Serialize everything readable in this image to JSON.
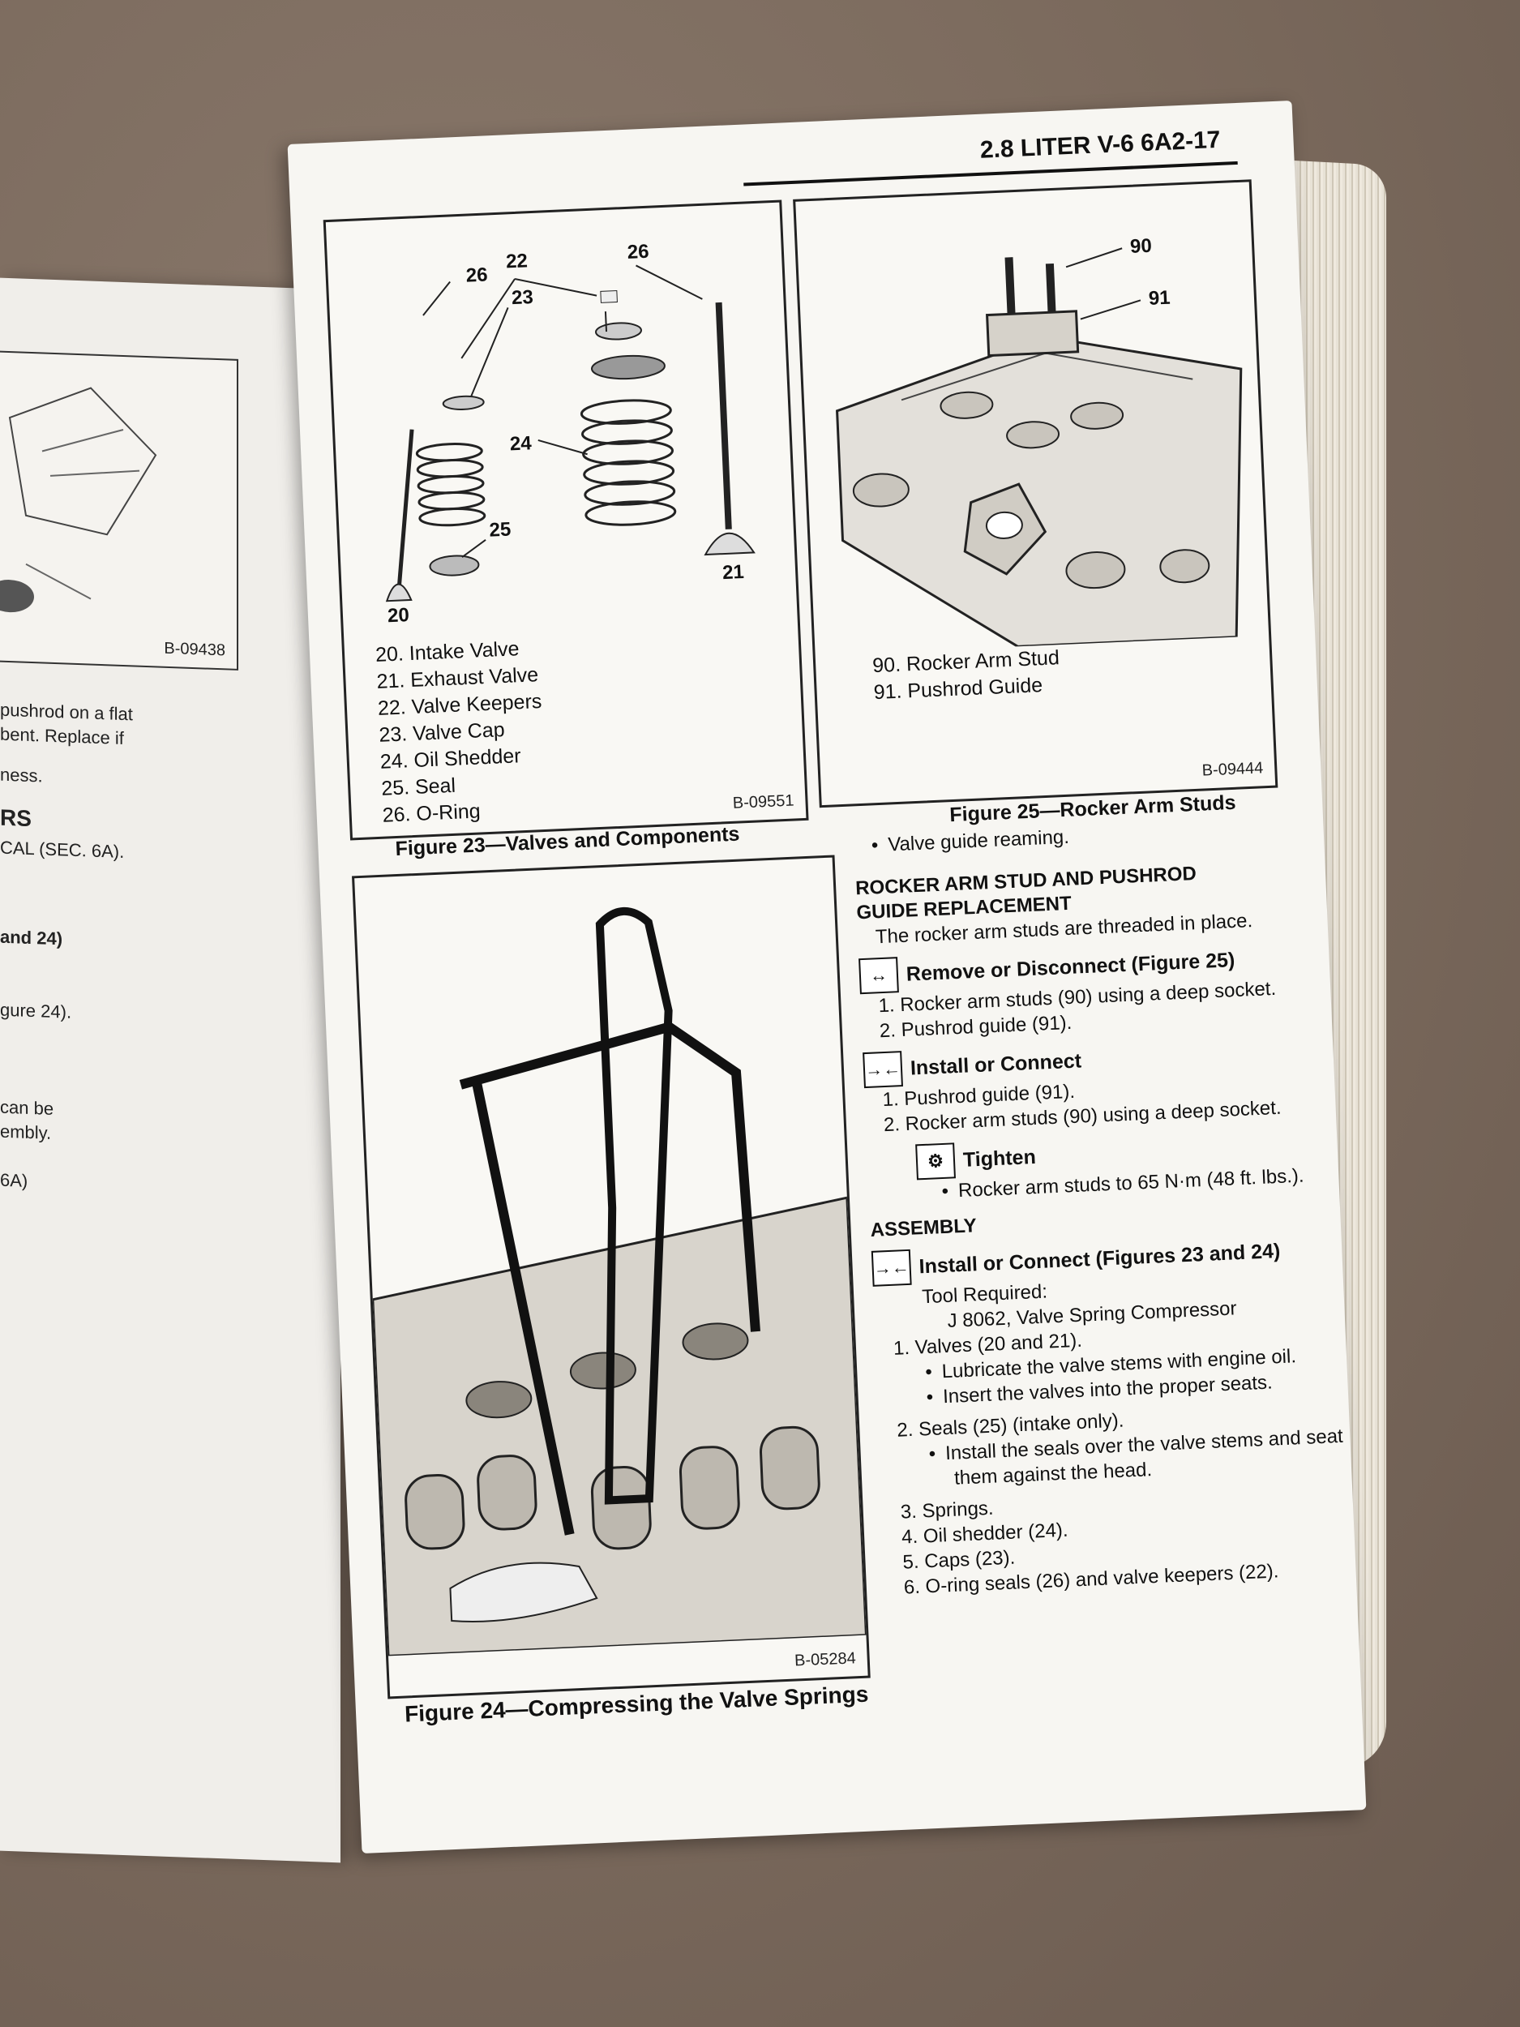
{
  "header": {
    "title": "2.8 LITER V-6  6A2-17"
  },
  "left_page": {
    "figure_id": "B-09438",
    "fragments": [
      "pushrod on a flat",
      "bent. Replace if",
      "ness.",
      "RS",
      "CAL (SEC. 6A).",
      "and 24)",
      "gure 24).",
      "can be",
      "embly.",
      "6A)"
    ]
  },
  "figure23": {
    "id": "B-09551",
    "caption": "Figure 23—Valves and Components",
    "callouts": [
      "26",
      "22",
      "26",
      "23",
      "24",
      "25",
      "21",
      "20"
    ],
    "legend": [
      "20. Intake Valve",
      "21. Exhaust Valve",
      "22. Valve Keepers",
      "23. Valve Cap",
      "24. Oil Shedder",
      "25. Seal",
      "26. O-Ring"
    ]
  },
  "figure25": {
    "id": "B-09444",
    "caption": "Figure 25—Rocker Arm Studs",
    "callouts": [
      "90",
      "91"
    ],
    "legend": [
      "90. Rocker Arm Stud",
      "91. Pushrod Guide"
    ]
  },
  "figure24": {
    "id": "B-05284",
    "caption": "Figure 24—Compressing the Valve Springs"
  },
  "text": {
    "bullet_reaming": "Valve guide reaming.",
    "section1_line1": "ROCKER ARM STUD AND PUSHROD",
    "section1_line2": "GUIDE REPLACEMENT",
    "intro": "The rocker arm studs are threaded in place.",
    "remove_heading": "Remove or Disconnect (Figure 25)",
    "remove_steps": [
      "1. Rocker arm studs (90) using a deep socket.",
      "2. Pushrod guide (91)."
    ],
    "install_heading": "Install or Connect",
    "install_steps": [
      "1. Pushrod guide (91).",
      "2. Rocker arm studs (90) using a deep socket."
    ],
    "tighten_heading": "Tighten",
    "tighten_item": "Rocker arm studs to 65 N·m (48 ft. lbs.).",
    "assembly_heading": "ASSEMBLY",
    "install2_heading": "Install or Connect (Figures 23 and 24)",
    "tool_required": "Tool Required:",
    "tool": "J 8062, Valve Spring Compressor",
    "step1": "1. Valves (20 and 21).",
    "step1_bullets": [
      "Lubricate the valve stems with engine oil.",
      "Insert the valves into the proper seats."
    ],
    "step2": "2. Seals (25) (intake only).",
    "step2_bullet_line1": "Install the seals over the valve stems and seat",
    "step2_bullet_line2": "them against the head.",
    "steps_rest": [
      "3. Springs.",
      "4. Oil shedder (24).",
      "5. Caps (23).",
      "6. O-ring seals (26) and valve keepers (22)."
    ]
  },
  "icons": {
    "remove": "remove-arrows-icon",
    "install": "install-arrows-icon",
    "tighten": "torque-wrench-icon"
  }
}
